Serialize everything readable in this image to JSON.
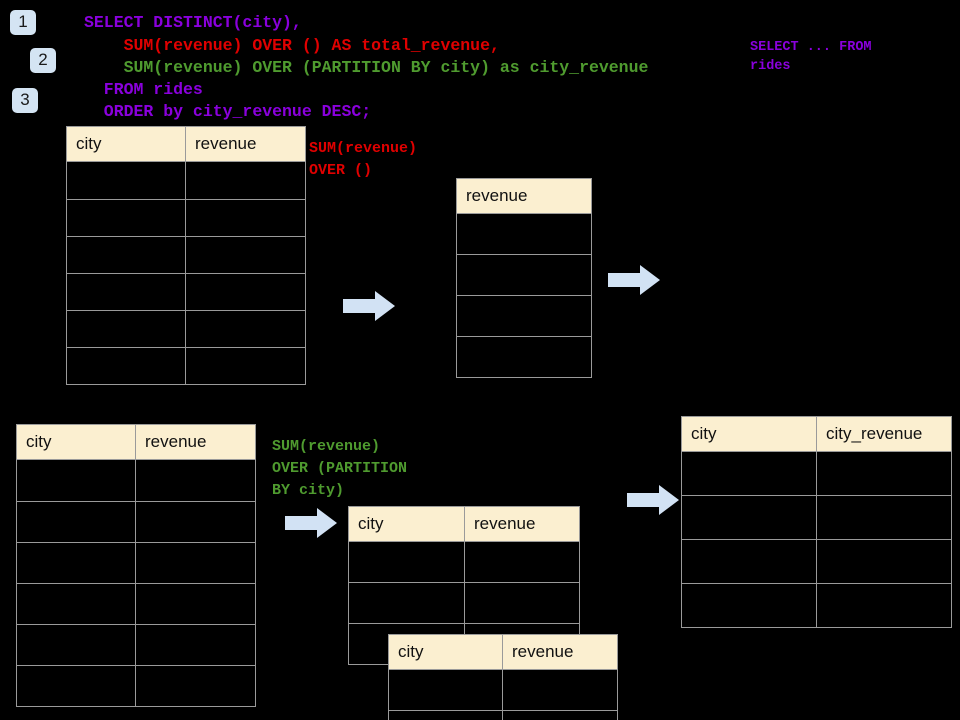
{
  "theme": {
    "background": "#000000",
    "badge_bg": "#d4e4f3",
    "header_bg": "#fbefd0",
    "grid_line": "#9a9a9a",
    "arrow_fill": "#d2e2f4",
    "purple": "#8a00dd",
    "red": "#e00000",
    "green": "#4f9b2f"
  },
  "badges": [
    {
      "label": "1"
    },
    {
      "label": "2"
    },
    {
      "label": "3"
    }
  ],
  "sql": {
    "line1": "SELECT DISTINCT(city),",
    "line2": "    SUM(revenue) OVER () AS total_revenue,",
    "line3": "    SUM(revenue) OVER (PARTITION BY city) as city_revenue",
    "line4": "  FROM rides",
    "line5": "  ORDER by city_revenue DESC;"
  },
  "side_note": {
    "line1": "SELECT ... FROM",
    "line2": "rides"
  },
  "annotations": {
    "total_revenue": {
      "line1": "SUM(revenue)",
      "line2": "OVER ()"
    },
    "city_revenue": {
      "line1": "SUM(revenue)",
      "line2": "OVER (PARTITION",
      "line3": "BY city)"
    }
  },
  "tables": {
    "source_top": {
      "name": "rides-source-top",
      "headers": [
        "city",
        "revenue"
      ],
      "row_count": 6,
      "rows": [
        [
          "",
          ""
        ],
        [
          "",
          ""
        ],
        [
          "",
          ""
        ],
        [
          "",
          ""
        ],
        [
          "",
          ""
        ],
        [
          "",
          ""
        ]
      ]
    },
    "total_revenue": {
      "name": "total-revenue-result",
      "headers": [
        "revenue"
      ],
      "row_count": 4,
      "rows": [
        [
          ""
        ],
        [
          ""
        ],
        [
          ""
        ],
        [
          ""
        ]
      ]
    },
    "source_bottom": {
      "name": "rides-source-bottom",
      "headers": [
        "city",
        "revenue"
      ],
      "row_count": 6,
      "rows": [
        [
          "",
          ""
        ],
        [
          "",
          ""
        ],
        [
          "",
          ""
        ],
        [
          "",
          ""
        ],
        [
          "",
          ""
        ],
        [
          "",
          ""
        ]
      ]
    },
    "partition_back": {
      "name": "partition-group-back",
      "headers": [
        "city",
        "revenue"
      ],
      "row_count": 3,
      "rows": [
        [
          "",
          ""
        ],
        [
          "",
          ""
        ],
        [
          "",
          ""
        ]
      ]
    },
    "partition_front": {
      "name": "partition-group-front",
      "headers": [
        "city",
        "revenue"
      ],
      "row_count": 2,
      "rows": [
        [
          "",
          ""
        ],
        [
          "",
          ""
        ]
      ]
    },
    "final_result": {
      "name": "final-result",
      "headers": [
        "city",
        "city_revenue"
      ],
      "row_count": 4,
      "rows": [
        [
          "",
          ""
        ],
        [
          "",
          ""
        ],
        [
          "",
          ""
        ],
        [
          "",
          ""
        ]
      ]
    }
  },
  "arrows": [
    {
      "name": "arrow-source-to-total"
    },
    {
      "name": "arrow-total-to-final"
    },
    {
      "name": "arrow-source-to-partition"
    },
    {
      "name": "arrow-partition-to-final"
    }
  ]
}
